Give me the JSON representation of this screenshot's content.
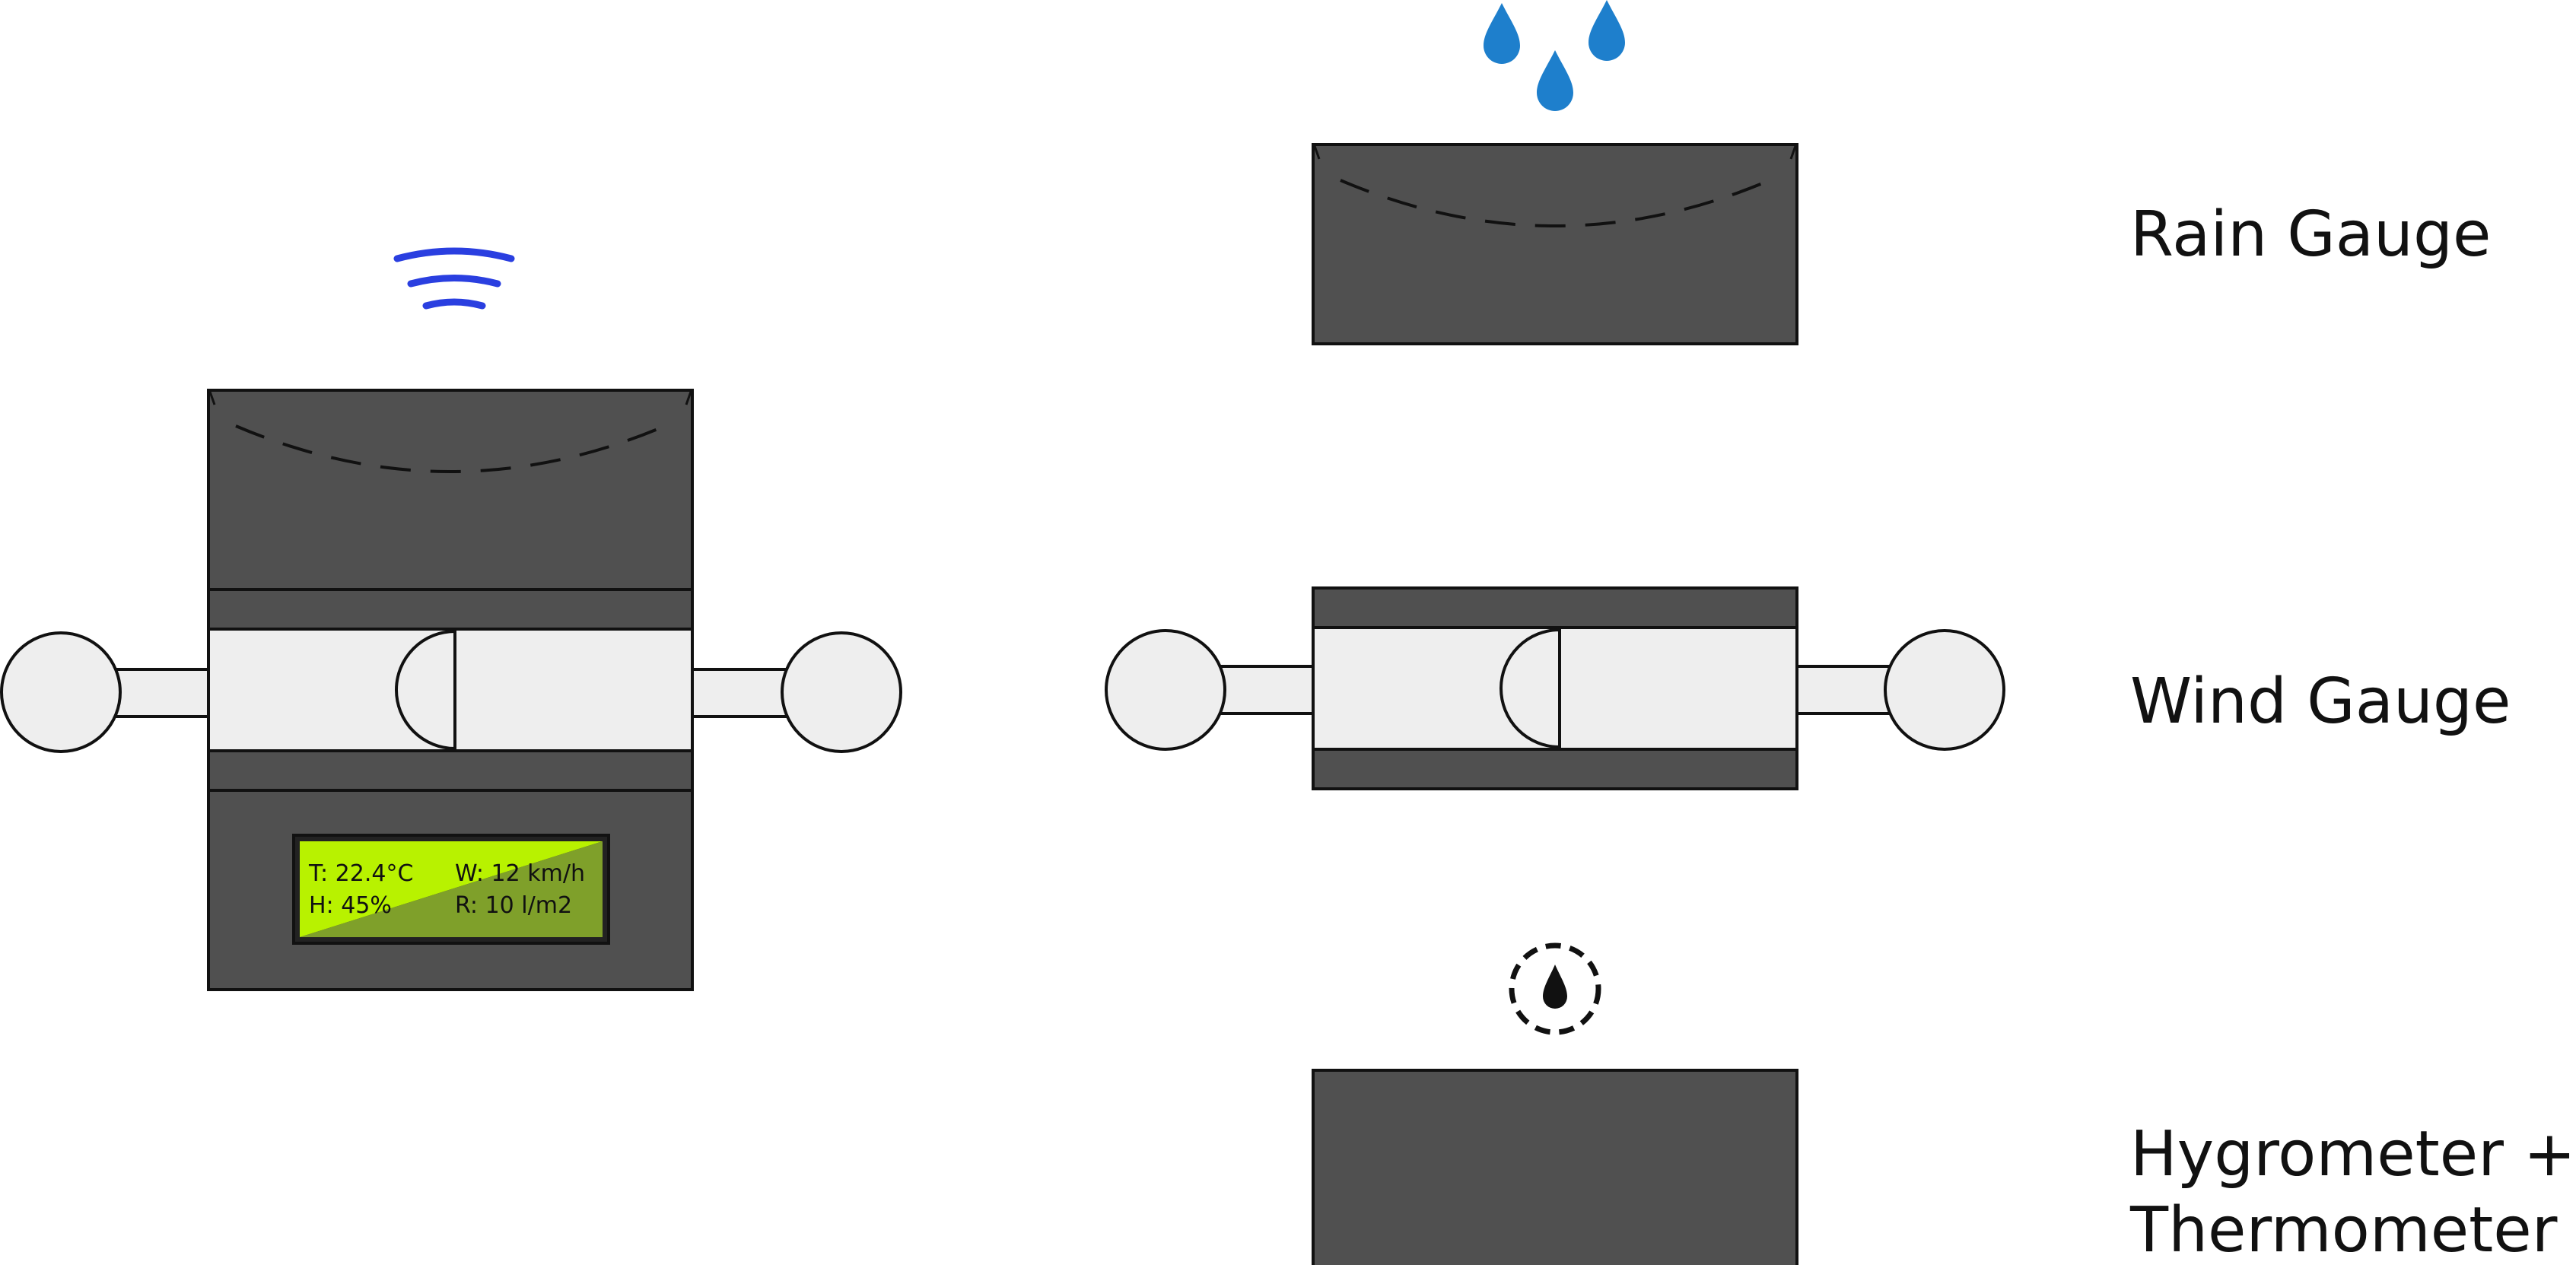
{
  "station": {
    "lcd": {
      "temperature": "T: 22.4°C",
      "humidity": "H: 45%",
      "wind": "W: 12 km/h",
      "rain": "R: 10 l/m2"
    }
  },
  "labels": {
    "rain_gauge": "Rain Gauge",
    "wind_gauge": "Wind Gauge",
    "hygrometer_line1": "Hygrometer +",
    "hygrometer_line2": "Thermometer"
  },
  "colors": {
    "housing": "#505050",
    "housing_light": "#eeeeee",
    "outline": "#111111",
    "wifi": "#2a3fe0",
    "rain_drop": "#1e7fcc",
    "lcd_bright": "#b8f200",
    "lcd_dark": "#7fa02a"
  },
  "icons": [
    "wifi-icon",
    "rain-drop-icon",
    "humidity-drop-icon"
  ]
}
